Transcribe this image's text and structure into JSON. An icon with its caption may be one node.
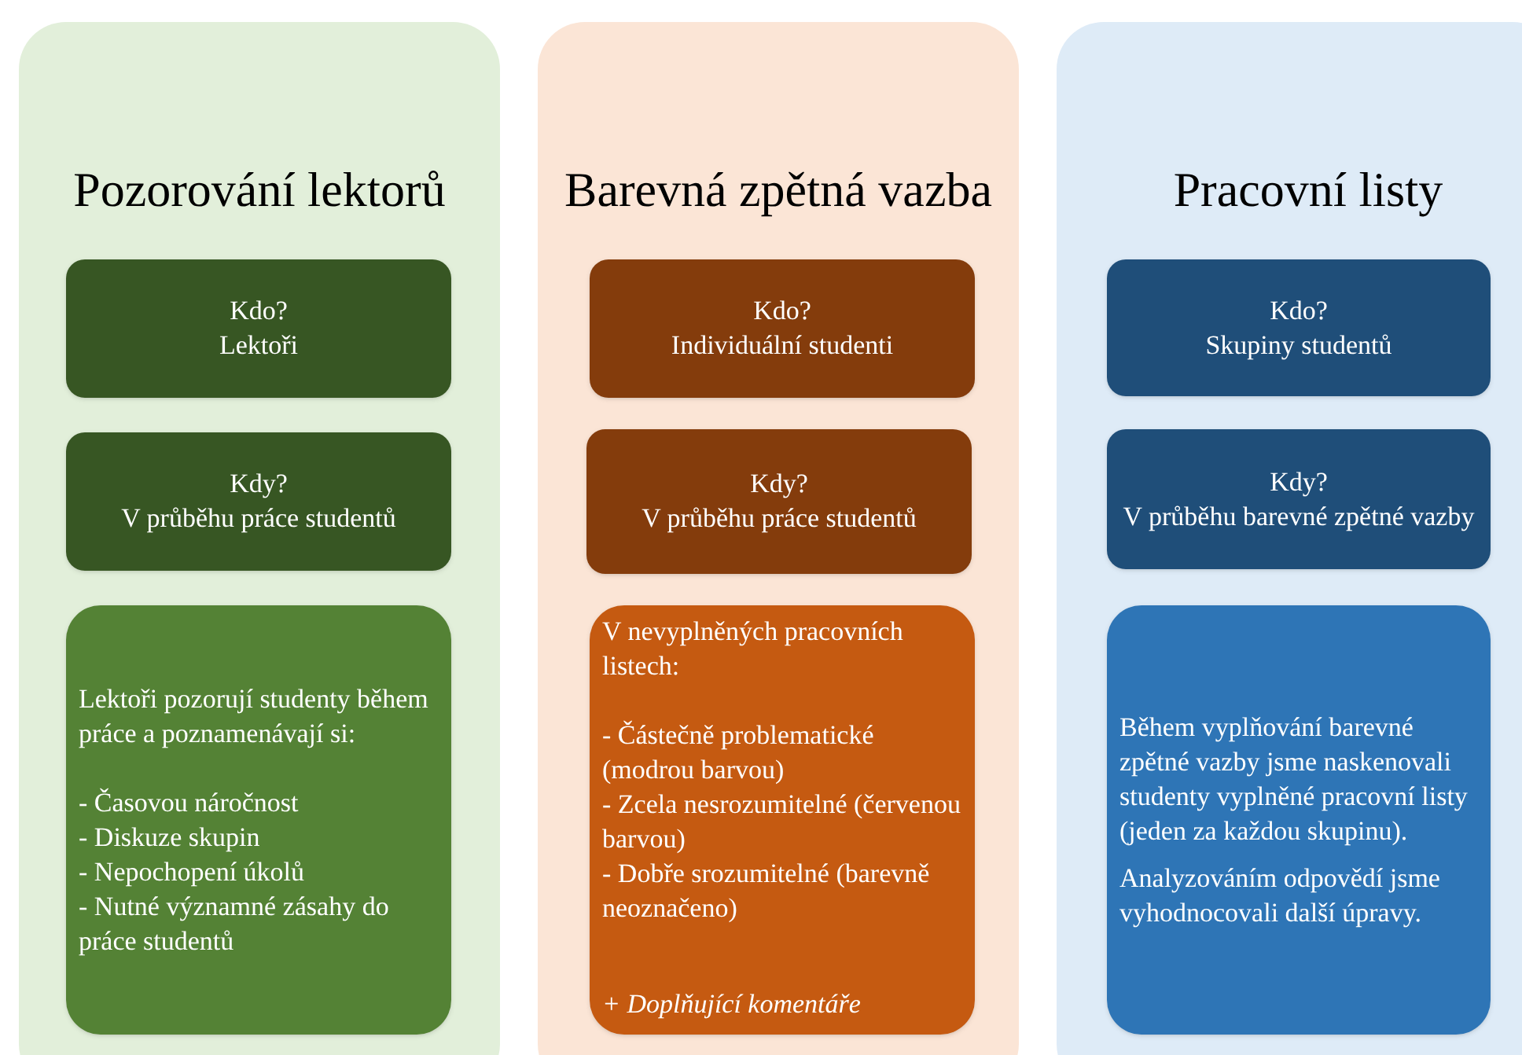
{
  "diagram": {
    "nodes": [
      {
        "text": [
          "Pozorování lektorů"
        ]
      },
      {
        "text": [
          "Kdo?",
          "Lektoři"
        ],
        "in": 0
      },
      {
        "text": [
          "Kdy?",
          "V průběhu práce studentů"
        ],
        "in": 0
      },
      {
        "text": [
          "Lektoři pozorují studenty během práce a poznamenávají si:",
          "- Časovou náročnost",
          "- Diskuze skupin",
          "- Nepochopení úkolů",
          "- Nutné významné zásahy do práce studentů"
        ],
        "in": 0
      },
      {
        "text": [
          "Barevná zpětná vazba"
        ]
      },
      {
        "text": [
          "Kdo?",
          "Individuální studenti"
        ],
        "in": 4
      },
      {
        "text": [
          "Kdy?",
          "V průběhu práce studentů"
        ],
        "in": 4
      },
      {
        "text": [
          "V nevyplněných pracovních listech:",
          "- Částečně problematické (modrou barvou)",
          "- Zcela nesrozumitelné (červenou barvou)",
          "- Dobře srozumitelné (barevně neoznačeno)",
          "*+ Doplňující komentáře*"
        ],
        "in": 4
      },
      {
        "text": [
          "Pracovní listy"
        ]
      },
      {
        "text": [
          "Kdo?",
          "Skupiny studentů"
        ],
        "in": 8
      },
      {
        "text": [
          "Kdy?",
          "V průběhu barevné zpětné vazby"
        ],
        "in": 8
      },
      {
        "text": [
          "Během vyplňování barevné zpětné vazby jsme naskenovali studenty vyplněné pracovní listy (jeden za každou skupinu).",
          "Analyzováním odpovědí jsme vyhodnocovali další úpravy."
        ],
        "in": 8
      }
    ]
  }
}
